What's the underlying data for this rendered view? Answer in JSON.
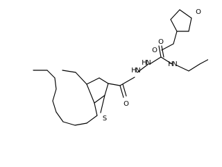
{
  "atom_labels": {
    "thiophene_s": "S",
    "carbonyl_o_left": "O",
    "hydrazide_nh_1": "H",
    "hydrazide_n_1": "N",
    "hydrazide_nh_2": "H",
    "hydrazide_n_2": "N",
    "urea_o": "O",
    "urea_nh": "H",
    "urea_n": "N",
    "ether_o": "O",
    "ring_o": "O"
  }
}
